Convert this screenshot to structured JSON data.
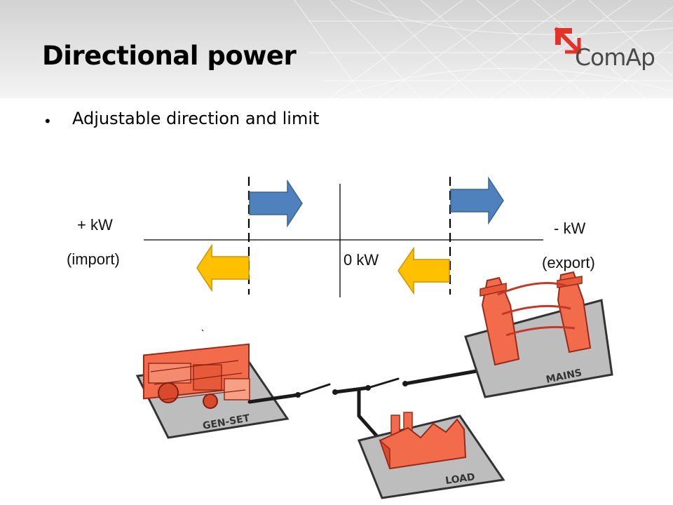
{
  "slide": {
    "title": "Directional power",
    "bullet": "Adjustable direction and limit"
  },
  "logo": {
    "text": "ComAp",
    "accent_color": "#e53228"
  },
  "diagram": {
    "left_label_top": "+ kW",
    "left_label_bottom": "(import)",
    "right_label_top": "- kW",
    "right_label_bottom": "(export)",
    "center_label": "0 kW",
    "genset_label": "GEN-SET",
    "mains_label": "MAINS",
    "load_label": "LOAD",
    "colors": {
      "blue_arrow": "#4f81bd",
      "yellow_arrow": "#ffc000",
      "equipment": "#f26b4b"
    }
  }
}
